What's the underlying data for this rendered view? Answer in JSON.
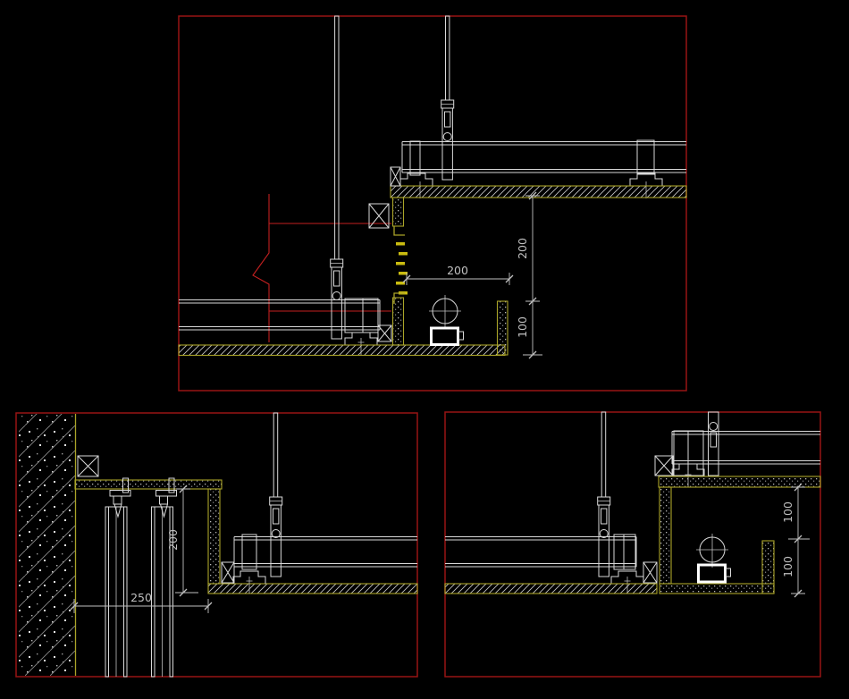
{
  "drawing": {
    "background": "#000000",
    "colors": {
      "viewport_border": "#971414",
      "red_line": "#c32020",
      "white_line": "#d9d9d9",
      "bright_white": "#ffffff",
      "yellow_line": "#aaa428",
      "yellow_dash": "#c9bb10",
      "dim_color": "#c0c0c0"
    },
    "viewports": {
      "top": {
        "dims": {
          "h200": "200",
          "v200": "200",
          "v100": "100"
        }
      },
      "bottom_left": {
        "dims": {
          "v200": "200",
          "h250": "250"
        }
      },
      "bottom_right": {
        "dims": {
          "v100_upper": "100",
          "v100_lower": "100"
        }
      }
    }
  }
}
